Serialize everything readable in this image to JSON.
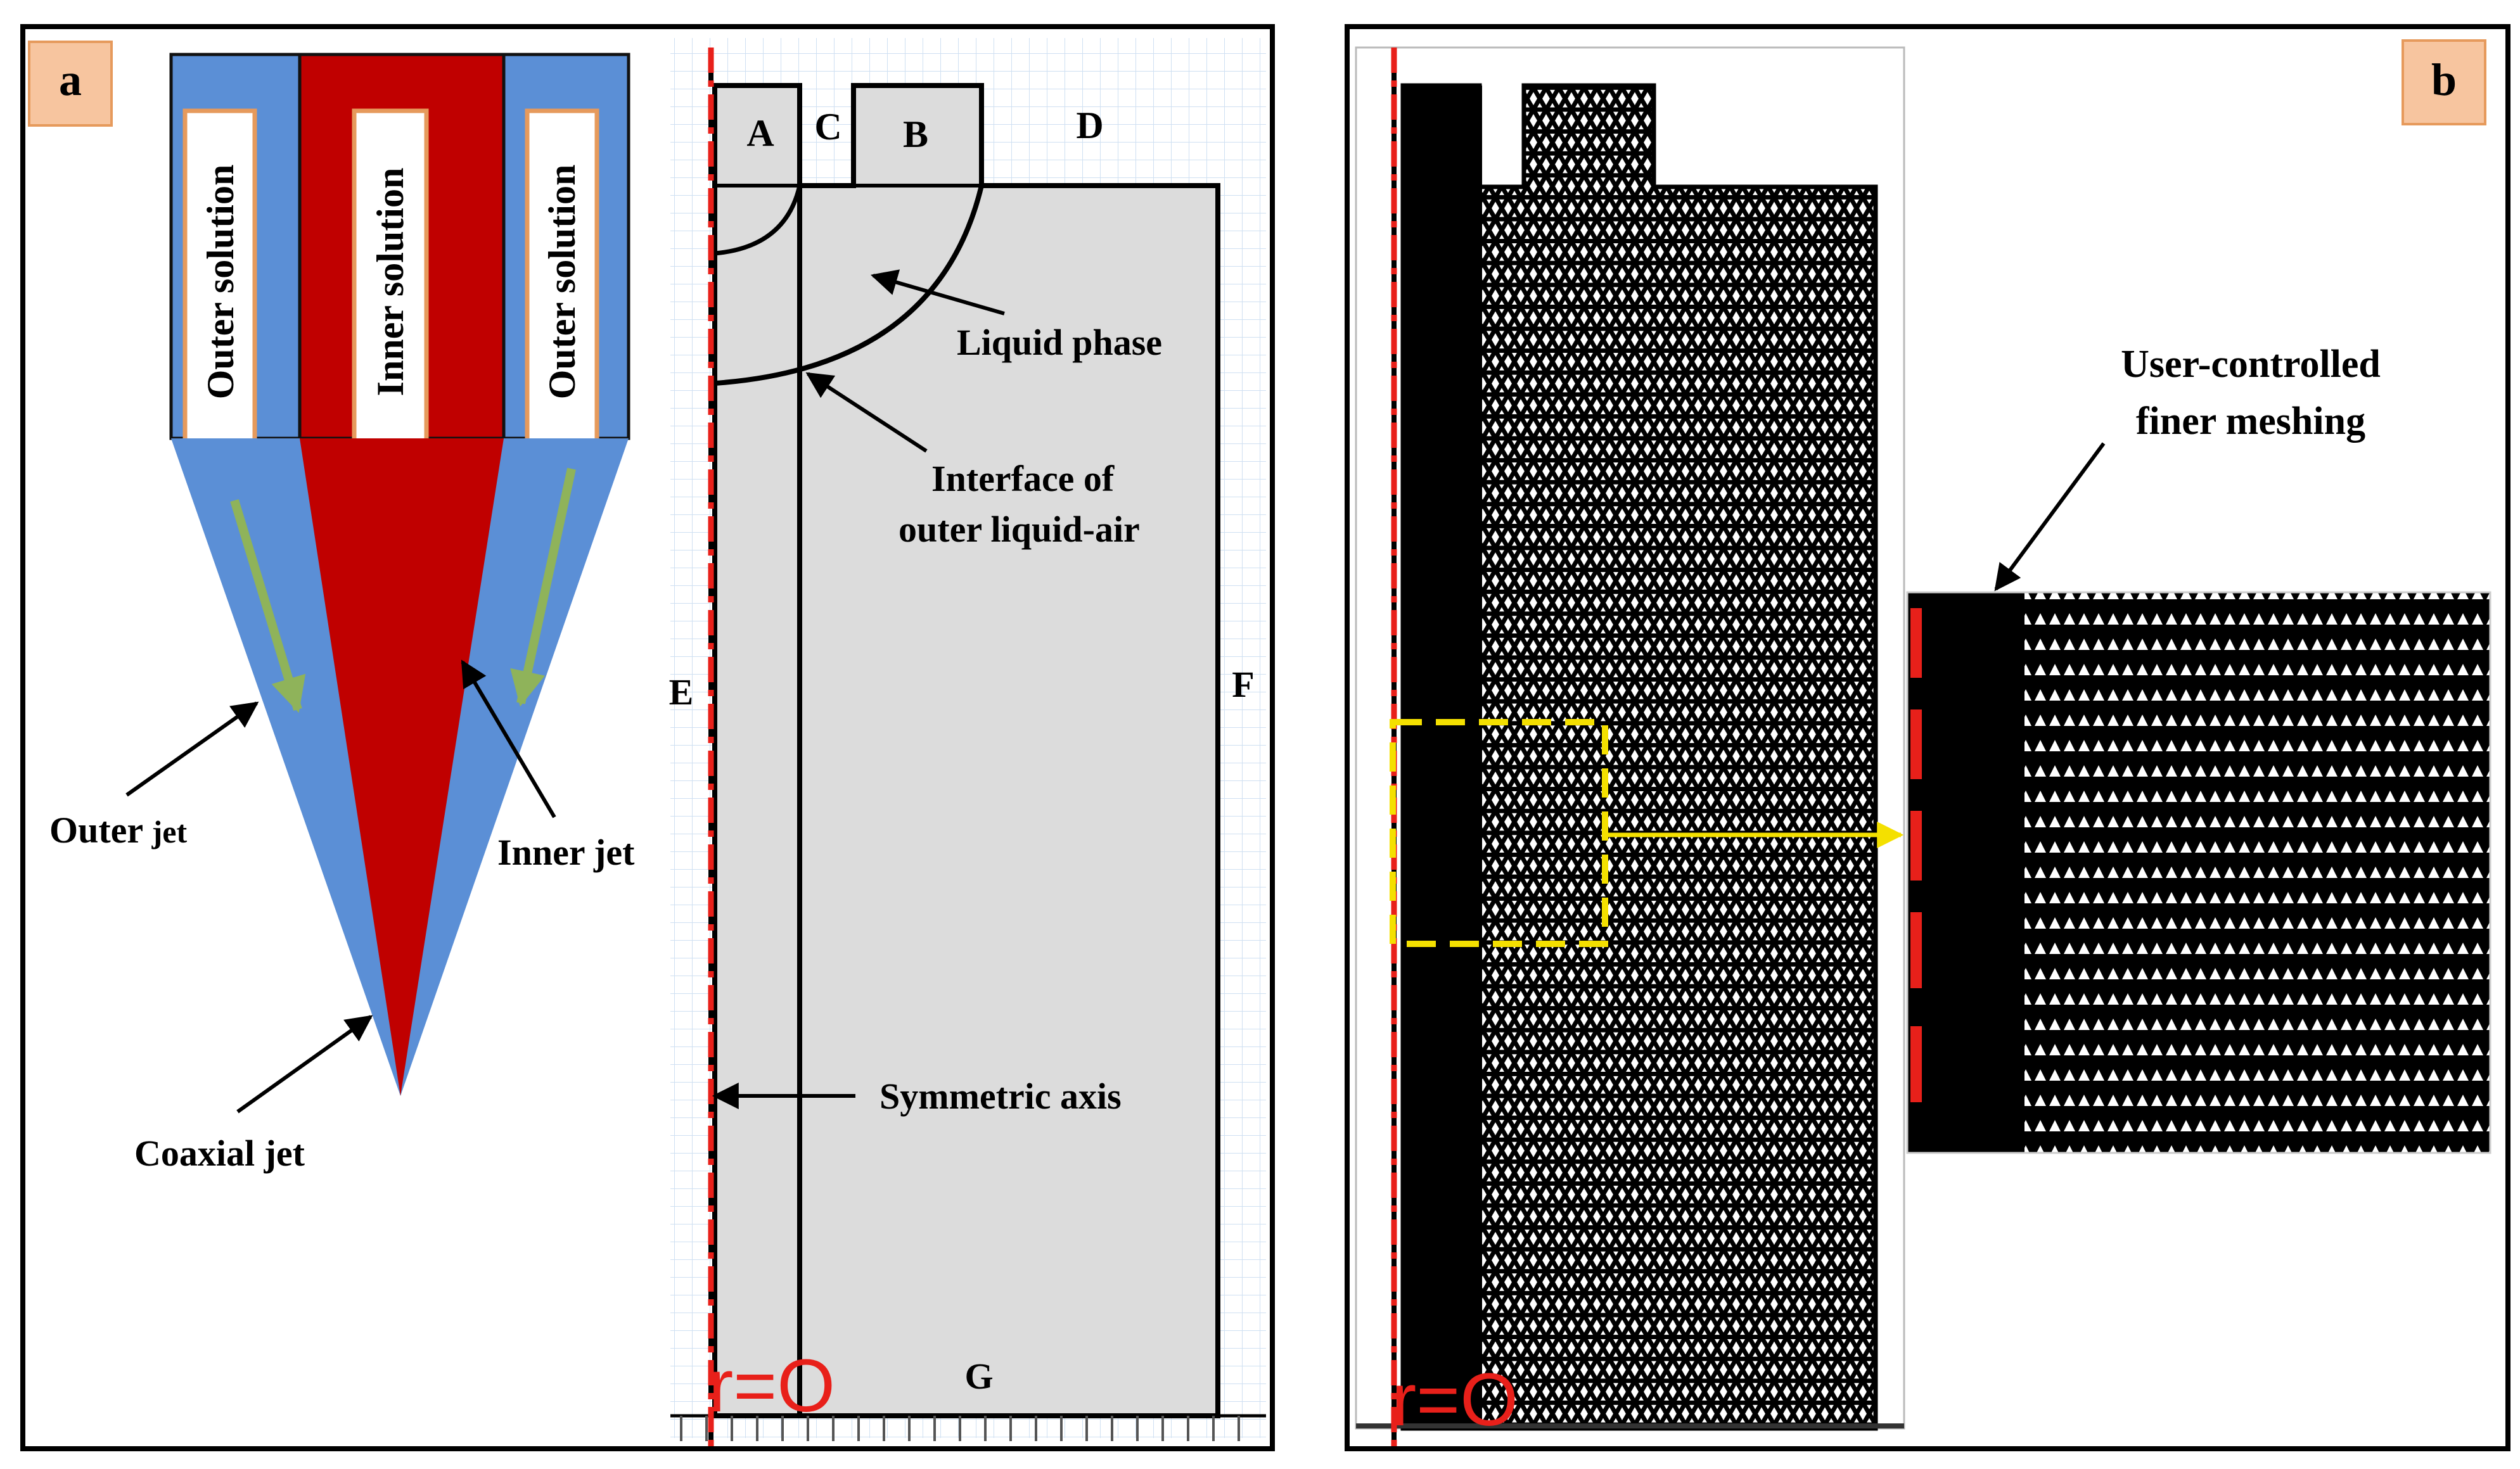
{
  "panel_a": {
    "badge": "a",
    "nozzle": {
      "left_label": "Outer solution",
      "center_label": "Inner solution",
      "right_label": "Outer solution"
    },
    "labels": {
      "outer_jet_main": "Outer ",
      "outer_jet_small": "jet",
      "inner_jet": "Inner jet",
      "coaxial_jet": "Coaxial  jet"
    },
    "domain": {
      "A": "A",
      "B": "B",
      "C": "C",
      "D": "D",
      "E": "E",
      "F": "F",
      "G": "G",
      "liquid_phase": "Liquid phase",
      "interface_line1": "Interface of",
      "interface_line2": "outer liquid-air",
      "symmetric_axis": "Symmetric axis",
      "axis_marker": "r=O"
    }
  },
  "panel_b": {
    "badge": "b",
    "axis_marker": "r=O",
    "zoom_label_line1": "User-controlled",
    "zoom_label_line2": "finer meshing"
  },
  "colors": {
    "outer_blue": "#5b8fd6",
    "inner_red": "#c00000",
    "badge_fill": "#f7c59f",
    "badge_border": "#e69a5c",
    "arrow_green": "#8fb35a",
    "axis_red": "#e8201a",
    "domain_gray": "#dcdcdc",
    "highlight_yellow": "#f4e000"
  }
}
